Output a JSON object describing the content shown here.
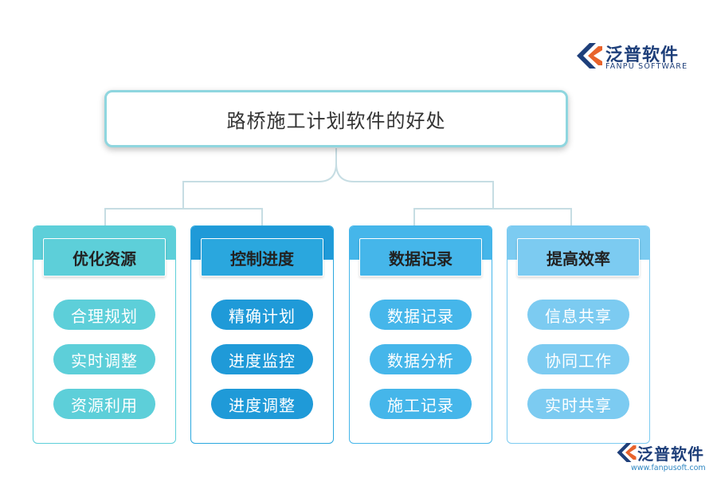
{
  "logo": {
    "name": "泛普软件",
    "subtitle": "FANPU SOFTWARE"
  },
  "title": "路桥施工计划软件的好处",
  "columns": [
    {
      "heading": "优化资源",
      "items": [
        "合理规划",
        "实时调整",
        "资源利用"
      ],
      "colors": {
        "band": "#5dcfd9",
        "header": "#5dcfd9",
        "pill": "#5dcfd9",
        "border": "#5dcfd9"
      }
    },
    {
      "heading": "控制进度",
      "items": [
        "精确计划",
        "进度监控",
        "进度调整"
      ],
      "colors": {
        "band": "#1f9ad8",
        "header": "#2aa7de",
        "pill": "#1f9ad8",
        "border": "#2aa7de"
      }
    },
    {
      "heading": "数据记录",
      "items": [
        "数据记录",
        "数据分析",
        "施工记录"
      ],
      "colors": {
        "band": "#45b6ea",
        "header": "#45b6ea",
        "pill": "#45b6ea",
        "border": "#45b6ea"
      }
    },
    {
      "heading": "提高效率",
      "items": [
        "信息共享",
        "协同工作",
        "实时共享"
      ],
      "colors": {
        "band": "#7ccbf1",
        "header": "#7ccbf1",
        "pill": "#7ccbf1",
        "border": "#7ccbf1"
      }
    }
  ],
  "watermark": {
    "name": "泛普软件",
    "url": "www.fanpusoft.com"
  },
  "colors": {
    "title_border": "#8fd6df",
    "connector": "#c6dde3",
    "logo_orange": "#e8632b",
    "logo_navy": "#1e3f7a"
  }
}
